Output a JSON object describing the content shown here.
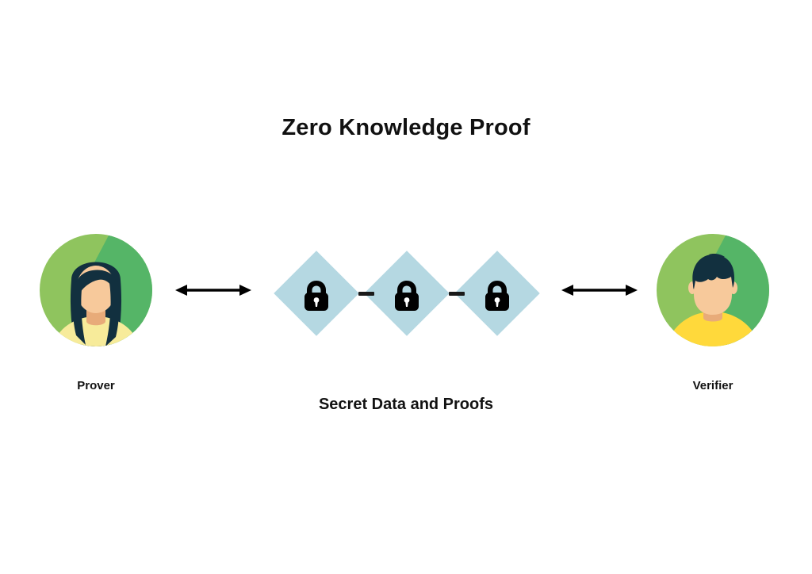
{
  "diagram": {
    "title": "Zero Knowledge Proof",
    "center_caption": "Secret Data and Proofs",
    "background_color": "#ffffff",
    "title_color": "#111111"
  },
  "actors": [
    {
      "id": "prover",
      "label": "Prover",
      "avatar": "female-avatar-icon",
      "circle_color": "#8fc45e",
      "shadow_color": "#55b567",
      "hair_color": "#12303f",
      "skin_color": "#f7c99b",
      "shirt_color": "#f7eb9a"
    },
    {
      "id": "verifier",
      "label": "Verifier",
      "avatar": "male-avatar-icon",
      "circle_color": "#8fc45e",
      "shadow_color": "#55b567",
      "hair_color": "#12303f",
      "skin_color": "#f7c99b",
      "shirt_color": "#ffd93b"
    }
  ],
  "arrows": [
    {
      "id": "prover-to-data",
      "style": "double-headed",
      "color": "#000000"
    },
    {
      "id": "data-to-verifier",
      "style": "double-headed",
      "color": "#000000"
    }
  ],
  "chain": {
    "diamond_color": "#b5d8e2",
    "link_color": "#1a1a1a",
    "nodes": [
      {
        "id": "block-1",
        "icon": "padlock-icon"
      },
      {
        "id": "block-2",
        "icon": "padlock-icon"
      },
      {
        "id": "block-3",
        "icon": "padlock-icon"
      }
    ]
  }
}
